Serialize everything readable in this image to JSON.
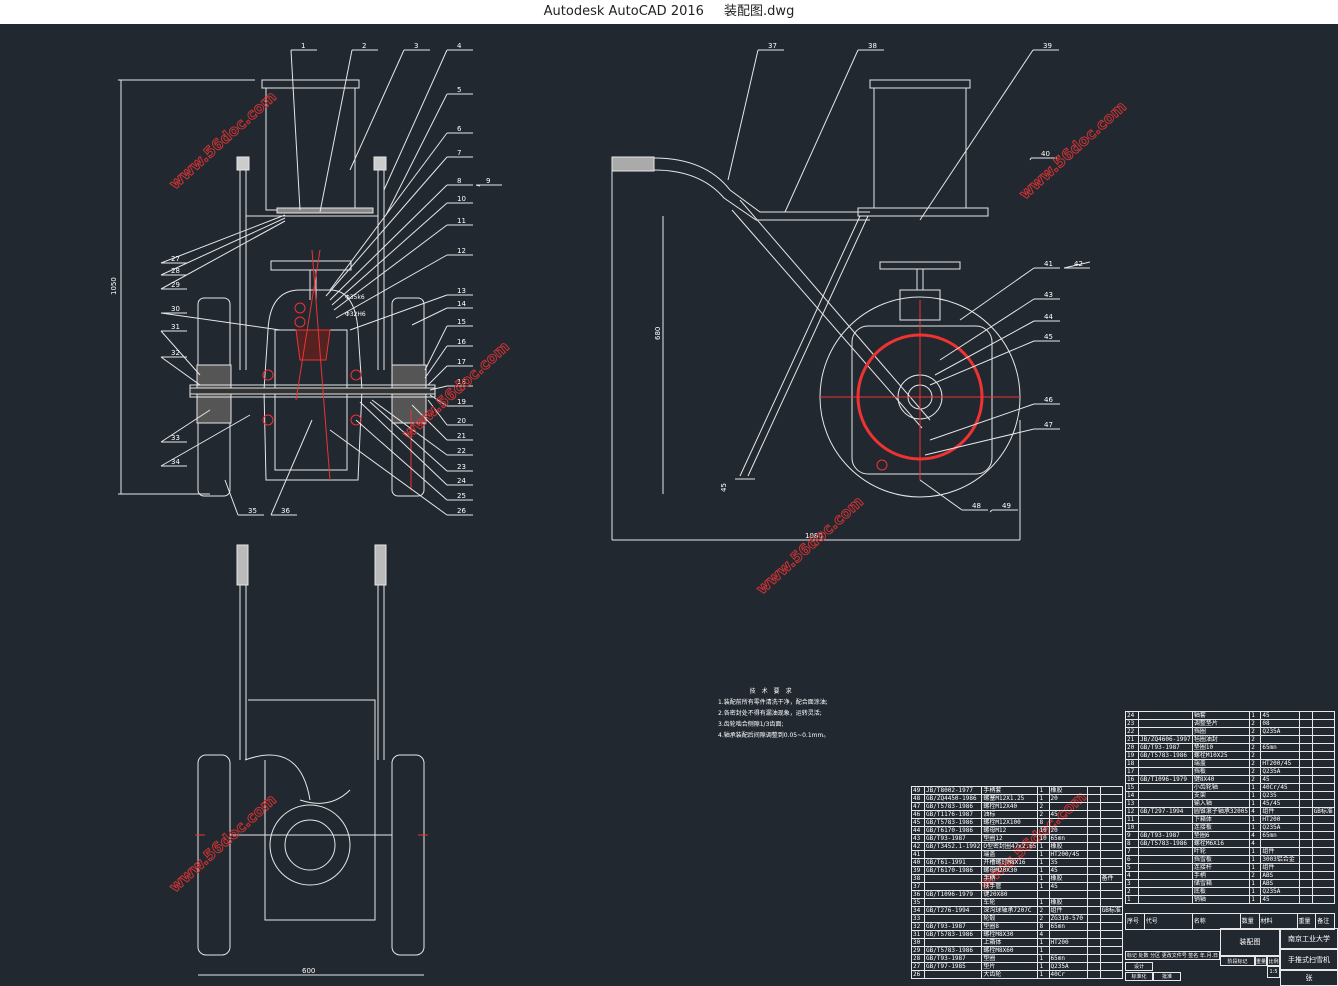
{
  "window": {
    "app": "Autodesk AutoCAD 2016",
    "file": "装配图.dwg"
  },
  "watermark": "www.56doc.com",
  "dimensions": {
    "front_height": "1050",
    "side_height": "680",
    "side_width": "1080",
    "bottom_width": "600",
    "side_small": "45",
    "fit1": "Φ35k6",
    "fit2": "Φ32H6"
  },
  "front_callouts": [
    "1",
    "2",
    "3",
    "4",
    "5",
    "6",
    "7",
    "8",
    "9",
    "10",
    "11",
    "12",
    "13",
    "14",
    "15",
    "16",
    "17",
    "18",
    "19",
    "20",
    "21",
    "22",
    "23",
    "24",
    "25",
    "26",
    "27",
    "28",
    "29",
    "30",
    "31",
    "32",
    "33",
    "34",
    "35",
    "36"
  ],
  "side_callouts": [
    "37",
    "38",
    "39",
    "40",
    "41",
    "42",
    "43",
    "44",
    "45",
    "46",
    "47",
    "48",
    "49"
  ],
  "tech_requirements": {
    "title": "技术要求",
    "items": [
      "1.装配前所有零件清洗干净，配合面涂油;",
      "2.各密封处不得有漏油现象，运转灵活;",
      "3.齿轮啮合侧隙1/3齿面;",
      "4.轴承装配后间隙调整到0.05~0.1mm。"
    ]
  },
  "parts_left": [
    [
      "49",
      "JB/T8002-1977",
      "手柄套",
      "1",
      "橡胶",
      "",
      ""
    ],
    [
      "48",
      "GB/ZQ4450-1986",
      "螺塞M12X1.25",
      "1",
      "20",
      "",
      ""
    ],
    [
      "47",
      "GB/T5783-1986",
      "螺栓M12X40",
      "2",
      "",
      "",
      ""
    ],
    [
      "46",
      "GB/T1176-1987",
      "油标",
      "2",
      "45",
      "",
      ""
    ],
    [
      "45",
      "GB/T5783-1986",
      "螺栓M12X100",
      "8",
      "",
      "",
      ""
    ],
    [
      "44",
      "GB/T6170-1986",
      "螺母M12",
      "10",
      "20",
      "",
      ""
    ],
    [
      "43",
      "GB/T93-1987",
      "垫圈12",
      "10",
      "65mn",
      "",
      ""
    ],
    [
      "42",
      "GB/T3452.1-1992",
      "O型密封圈47x2.65",
      "1",
      "橡胶",
      "",
      ""
    ],
    [
      "41",
      "",
      "端盖",
      "1",
      "HT200/45",
      "",
      ""
    ],
    [
      "40",
      "GB/T61-1991",
      "开槽螺钉M8X16",
      "1",
      "35",
      "",
      ""
    ],
    [
      "39",
      "GB/T6170-1986",
      "螺母M20X30",
      "1",
      "45",
      "",
      ""
    ],
    [
      "38",
      "",
      "手柄",
      "1",
      "橡胶",
      "",
      "备件"
    ],
    [
      "37",
      "",
      "扶手管",
      "1",
      "45",
      "",
      ""
    ],
    [
      "36",
      "GB/T1096-1979",
      "键20X80",
      "",
      "",
      "",
      ""
    ],
    [
      "35",
      "",
      "车轮",
      "1",
      "橡胶",
      "",
      ""
    ],
    [
      "34",
      "GB/T276-1994",
      "深沟球轴承7207C",
      "2",
      "组件",
      "",
      "GB标准"
    ],
    [
      "33",
      "",
      "轮毂",
      "2",
      "ZG310-570",
      "",
      ""
    ],
    [
      "32",
      "GB/T93-1987",
      "垫圈8",
      "8",
      "65mn",
      "",
      ""
    ],
    [
      "31",
      "GB/T5783-1986",
      "螺栓M8X30",
      "4",
      "",
      "",
      ""
    ],
    [
      "30",
      "",
      "上箱体",
      "1",
      "HT200",
      "",
      ""
    ],
    [
      "29",
      "GB/T5783-1986",
      "螺栓M8X60",
      "1",
      "",
      "",
      ""
    ],
    [
      "28",
      "GB/T93-1987",
      "垫圈",
      "1",
      "65mn",
      "",
      ""
    ],
    [
      "27",
      "GB/T97-1985",
      "垫片",
      "1",
      "Q235A",
      "",
      ""
    ],
    [
      "26",
      "",
      "大齿轮",
      "1",
      "40Cr",
      "",
      ""
    ]
  ],
  "parts_right": [
    [
      "24",
      "",
      "轴套",
      "1",
      "45",
      "",
      ""
    ],
    [
      "23",
      "",
      "调整垫片",
      "2",
      "08",
      "",
      ""
    ],
    [
      "22",
      "",
      "挡圈",
      "2",
      "Q235A",
      "",
      ""
    ],
    [
      "21",
      "JB/ZQ4606-1997",
      "毡圈油封",
      "2",
      "",
      "",
      ""
    ],
    [
      "20",
      "GB/T93-1987",
      "垫圈10",
      "2",
      "65mn",
      "",
      ""
    ],
    [
      "19",
      "GB/T5783-1986",
      "螺栓M10X25",
      "2",
      "",
      "",
      ""
    ],
    [
      "18",
      "",
      "端盖",
      "2",
      "HT200/45",
      "",
      ""
    ],
    [
      "17",
      "",
      "挡板",
      "2",
      "Q235A",
      "",
      ""
    ],
    [
      "16",
      "GB/T1096-1979",
      "键8X40",
      "2",
      "45",
      "",
      ""
    ],
    [
      "15",
      "",
      "小齿轮轴",
      "1",
      "40Cr/45",
      "",
      ""
    ],
    [
      "14",
      "",
      "支架",
      "1",
      "Q235",
      "",
      ""
    ],
    [
      "13",
      "",
      "输入轴",
      "1",
      "45/45",
      "",
      ""
    ],
    [
      "12",
      "GB/T297-1994",
      "圆锥滚子轴承32005",
      "4",
      "组件",
      "",
      "GB标准"
    ],
    [
      "11",
      "",
      "下箱体",
      "1",
      "HT200",
      "",
      ""
    ],
    [
      "10",
      "",
      "连接板",
      "1",
      "Q235A",
      "",
      ""
    ],
    [
      "9",
      "GB/T93-1987",
      "垫圈6",
      "4",
      "65mn",
      "",
      ""
    ],
    [
      "8",
      "GB/T5783-1986",
      "螺栓M6X16",
      "4",
      "",
      "",
      ""
    ],
    [
      "7",
      "",
      "叶轮",
      "1",
      "组件",
      "",
      ""
    ],
    [
      "6",
      "",
      "挡雪板",
      "1",
      "3003铝合金",
      "",
      ""
    ],
    [
      "5",
      "",
      "连接杆",
      "1",
      "组件",
      "",
      ""
    ],
    [
      "4",
      "",
      "手柄",
      "2",
      "ABS",
      "",
      ""
    ],
    [
      "3",
      "",
      "储雪箱",
      "1",
      "ABS",
      "",
      ""
    ],
    [
      "2",
      "",
      "底板",
      "1",
      "Q235A",
      "",
      ""
    ],
    [
      "1",
      "",
      "销轴",
      "1",
      "45",
      "",
      ""
    ]
  ],
  "parts_header": {
    "no": "序号",
    "code": "代号",
    "name": "名称",
    "qty": "数量",
    "material": "材料",
    "unit": "单件",
    "total": "总计",
    "weight": "重量",
    "note": "备注"
  },
  "title_block": {
    "drawing": "装配图",
    "school": "南京工业大学",
    "product": "手推式扫雪机",
    "stage": "阶段标记",
    "weight": "重量",
    "scale_label": "比例",
    "scale": "1:5",
    "sheet": "张",
    "rev_headers": "标记 处数 分区 更改文件号 签名 年.月.日",
    "designer": "设计",
    "std": "标准化",
    "approve": "批准"
  }
}
